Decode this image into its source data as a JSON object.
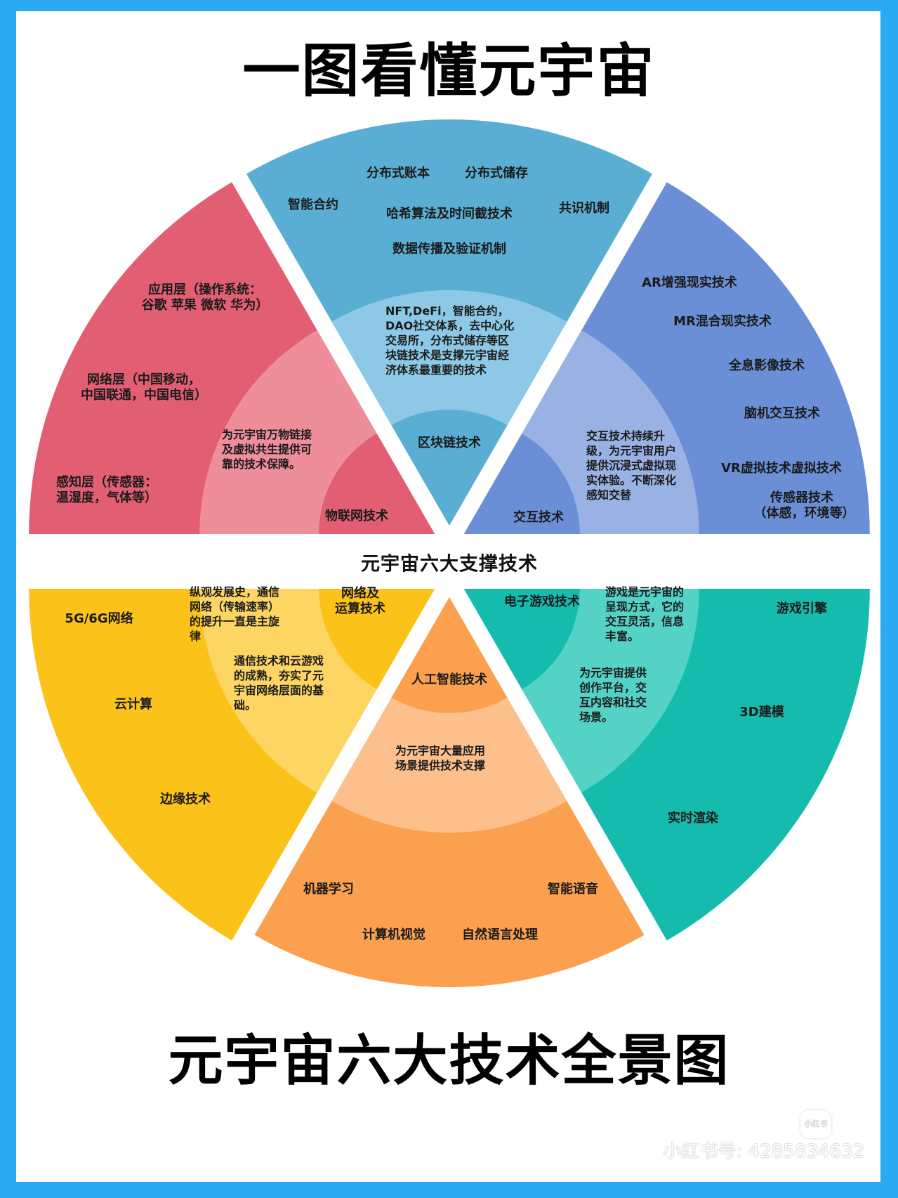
{
  "header": {
    "title": "一图看懂元宇宙"
  },
  "center_label": "元宇宙六大支撑技术",
  "footer": {
    "title": "元宇宙六大技术全景图",
    "watermark_logo": "小红书",
    "watermark_id": "小红书号: 4285834632"
  },
  "colors": {
    "frame": "#2AAAF2",
    "blockchain": "#5AAED4",
    "blockchain_mid": "#8DC9E6",
    "iot": "#E15E73",
    "iot_mid": "#EE8E9A",
    "interaction": "#6A8FD6",
    "interaction_mid": "#9AB1E4",
    "network": "#FBC21A",
    "network_mid": "#FDD563",
    "ai": "#FBA04F",
    "ai_mid": "#FDC08C",
    "game": "#15BCAE",
    "game_mid": "#55D2C6"
  },
  "segments": {
    "blockchain": {
      "name": "区块链技术",
      "description": "NFT,DeFi，智能合约，\nDAO社交体系，去中心化\n交易所，分布式储存等区\n块链技术是支撑元宇宙经\n济体系最重要的技术",
      "items": [
        "分布式账本",
        "分布式储存",
        "智能合约",
        "共识机制",
        "哈希算法及时间截技术",
        "数据传播及验证机制"
      ]
    },
    "iot": {
      "name": "物联网技术",
      "description": "为元宇宙万物链接\n及虚拟共生提供可\n靠的技术保障。",
      "items": [
        "应用层（操作系统：\n谷歌 苹果 微软 华为）",
        "网络层（中国移动，\n中国联通，中国电信）",
        "感知层（传感器：\n温湿度，气体等）"
      ]
    },
    "interaction": {
      "name": "交互技术",
      "description": "交互技术持续升\n级，为元宇宙用户\n提供沉浸式虚拟现\n实体验。不断深化\n感知交替",
      "items": [
        "AR增强现实技术",
        "MR混合现实技术",
        "全息影像技术",
        "脑机交互技术",
        "VR虚拟技术虚拟技术",
        "传感器技术\n（体感，环境等）"
      ]
    },
    "network": {
      "name": "网络及\n运算技术",
      "description_1": "纵观发展史，通信\n网络（传输速率）\n的提升一直是主旋\n律",
      "description_2": "通信技术和云游戏\n的成熟，夯实了元\n宇宙网络层面的基\n础。",
      "items": [
        "5G/6G网络",
        "云计算",
        "边缘技术"
      ]
    },
    "ai": {
      "name": "人工智能技术",
      "description": "为元宇宙大量应用\n场景提供技术支撑",
      "items": [
        "机器学习",
        "智能语音",
        "计算机视觉",
        "自然语言处理"
      ]
    },
    "game": {
      "name": "电子游戏技术",
      "description_1": "游戏是元宇宙的\n呈现方式，它的\n交互灵活，信息\n丰富。",
      "description_2": "为元宇宙提供\n创作平台，交\n互内容和社交\n场景。",
      "items": [
        "游戏引擎",
        "3D建模",
        "实时渲染"
      ]
    }
  }
}
